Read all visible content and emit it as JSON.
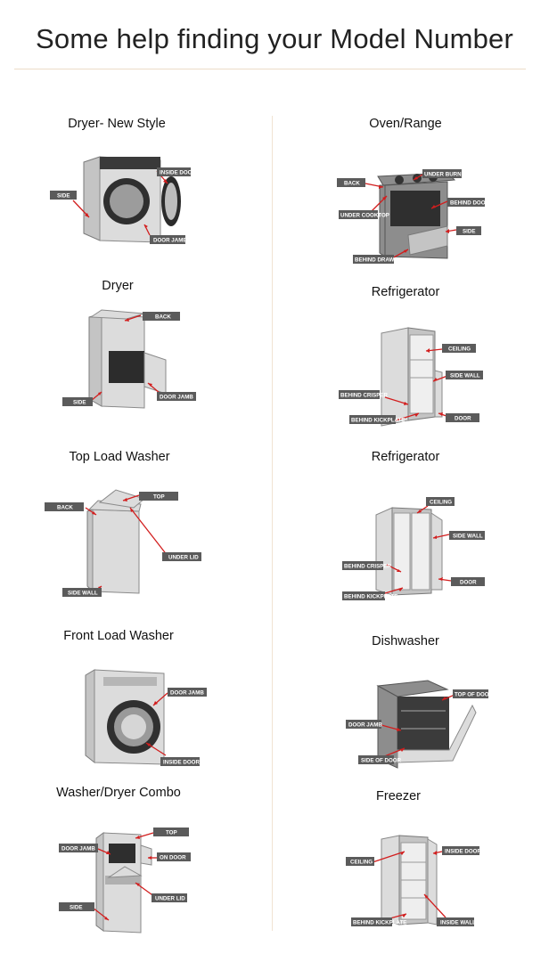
{
  "page": {
    "title": "Some help finding your Model Number"
  },
  "appliances": [
    {
      "title": "Dryer- New Style",
      "labels": [
        "INSIDE DOOR",
        "SIDE",
        "DOOR JAMB"
      ]
    },
    {
      "title": "Oven/Range",
      "labels": [
        "UNDER BURNER",
        "BACK",
        "BEHIND DOOR",
        "UNDER COOKTOP",
        "SIDE",
        "BEHIND DRAWER"
      ]
    },
    {
      "title": "Dryer",
      "labels": [
        "BACK",
        "DOOR JAMB",
        "SIDE"
      ]
    },
    {
      "title": "Refrigerator",
      "labels": [
        "CEILING",
        "SIDE WALL",
        "BEHIND CRISPER",
        "BEHIND KICKPLATE",
        "DOOR"
      ]
    },
    {
      "title": "Top Load Washer",
      "labels": [
        "TOP",
        "BACK",
        "UNDER LID",
        "SIDE WALL"
      ]
    },
    {
      "title": "Refrigerator",
      "labels": [
        "CEILING",
        "SIDE WALL",
        "BEHIND CRISPER",
        "DOOR",
        "BEHIND KICKPLATE"
      ]
    },
    {
      "title": "Front Load Washer",
      "labels": [
        "DOOR JAMB",
        "INSIDE DOOR"
      ]
    },
    {
      "title": "Dishwasher",
      "labels": [
        "TOP OF DOOR",
        "DOOR JAMB",
        "SIDE OF DOOR"
      ]
    },
    {
      "title": "Washer/Dryer Combo",
      "labels": [
        "TOP",
        "DOOR JAMB",
        "ON DOOR",
        "UNDER LID",
        "SIDE"
      ]
    },
    {
      "title": "Freezer",
      "labels": [
        "INSIDE DOOR",
        "CEILING",
        "BEHIND KICKPLATE",
        "INSIDE WALL"
      ]
    }
  ]
}
